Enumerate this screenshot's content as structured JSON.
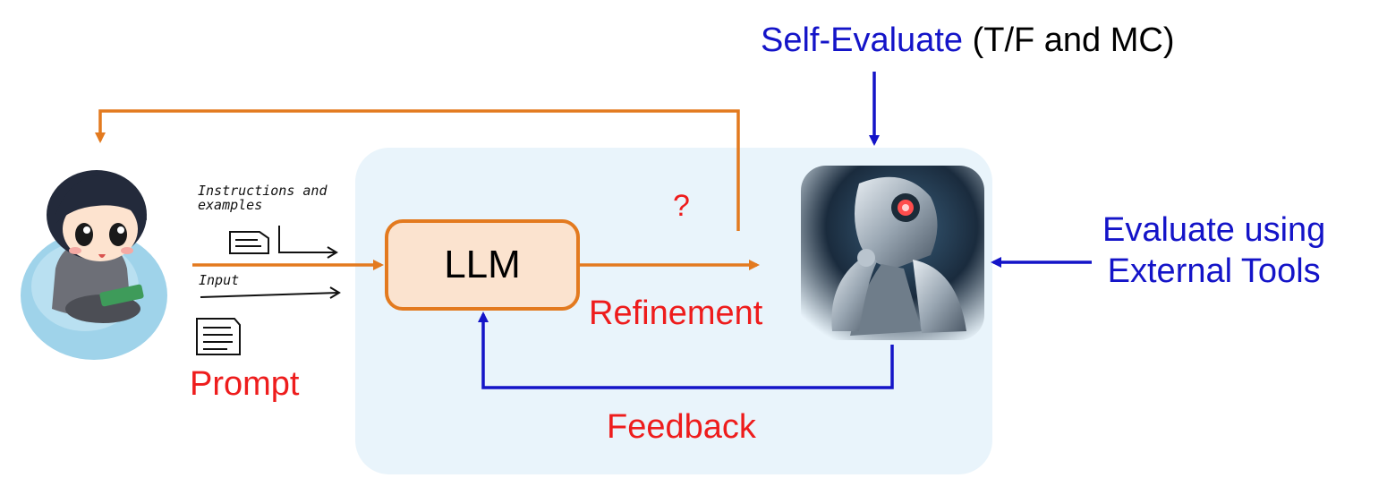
{
  "title": {
    "self_evaluate": "Self-Evaluate",
    "qualifier": " (T/F and MC)"
  },
  "external_eval": {
    "line1": "Evaluate using",
    "line2": "External Tools"
  },
  "llm_label": "LLM",
  "refinement_label": "Refinement",
  "feedback_label": "Feedback",
  "prompt_label": "Prompt",
  "question_mark": "?",
  "handwritten": {
    "instructions_line1": "Instructions and",
    "instructions_line2": "examples",
    "input": "Input"
  },
  "colors": {
    "orange_arrow": "#e37a1f",
    "blue_arrow": "#1414c8",
    "red_text": "#ee1c1c",
    "panel_bg": "#e9f4fb",
    "llm_fill": "#fbe3cf"
  },
  "icons": [
    "user-avatar-icon",
    "robot-icon",
    "document-icon"
  ]
}
